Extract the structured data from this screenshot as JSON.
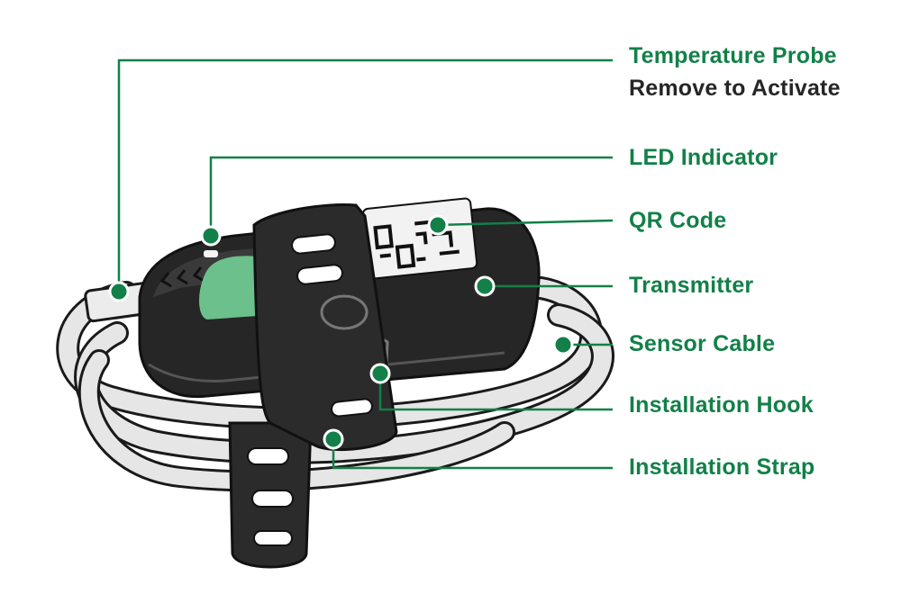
{
  "diagram": {
    "colors": {
      "accent": "#128048",
      "leader": "#128048",
      "device_body": "#262626",
      "device_outline": "#1a1a1a",
      "strap": "#2b2b2b",
      "window_green": "#6cc08b",
      "cable": "#e6e6e6",
      "qr_background": "#f2f2f2",
      "subtitle_text": "#262626"
    },
    "labels": [
      {
        "id": "temperature-probe",
        "title": "Temperature Probe",
        "subtitle": "Remove to Activate"
      },
      {
        "id": "led-indicator",
        "title": "LED Indicator"
      },
      {
        "id": "qr-code",
        "title": "QR Code"
      },
      {
        "id": "transmitter",
        "title": "Transmitter"
      },
      {
        "id": "sensor-cable",
        "title": "Sensor Cable"
      },
      {
        "id": "installation-hook",
        "title": "Installation Hook"
      },
      {
        "id": "installation-strap",
        "title": "Installation Strap"
      }
    ]
  }
}
